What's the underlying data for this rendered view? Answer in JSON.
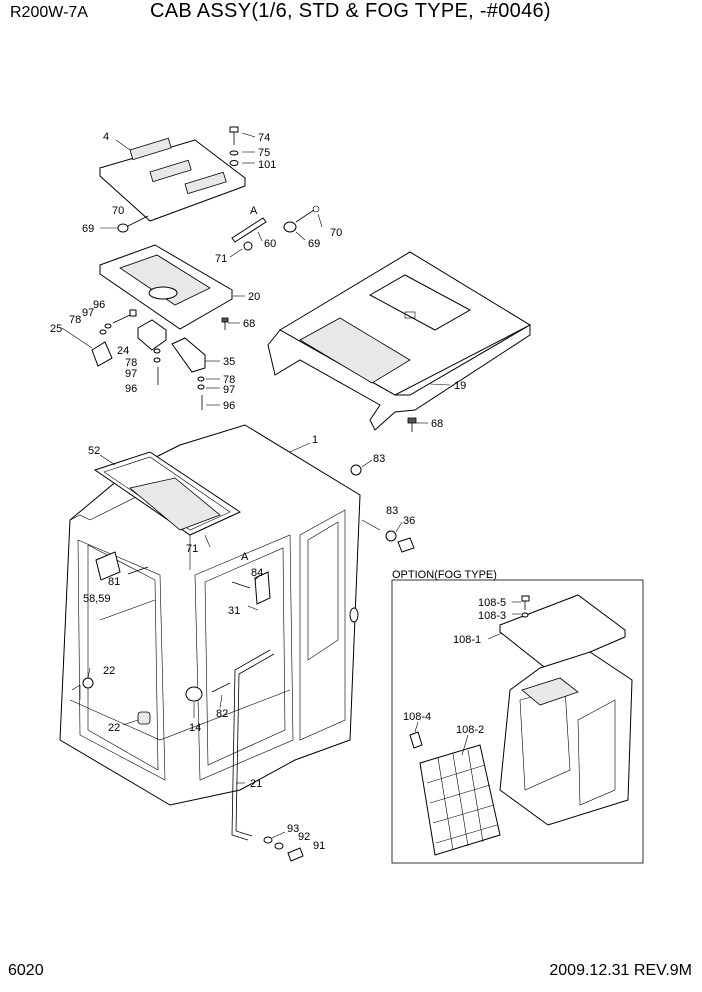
{
  "header": {
    "model": "R200W-7A",
    "title": "CAB ASSY(1/6, STD & FOG TYPE, -#0046)"
  },
  "footer": {
    "page_number": "6020",
    "revision": "2009.12.31  REV.9M"
  },
  "option_box": {
    "label": "OPTION(FOG TYPE)"
  },
  "callouts": {
    "c4": "4",
    "c74": "74",
    "c75": "75",
    "c101": "101",
    "cA1": "A",
    "c70a": "70",
    "c69a": "69",
    "c60": "60",
    "c71a": "71",
    "c69b": "69",
    "c70b": "70",
    "c20": "20",
    "c68a": "68",
    "c96a": "96",
    "c97a": "97",
    "c78a": "78",
    "c25": "25",
    "c24": "24",
    "c78b": "78",
    "c97b": "97",
    "c96b": "96",
    "c35": "35",
    "c78c": "78",
    "c97c": "97",
    "c96c": "96",
    "c19": "19",
    "c68b": "68",
    "c52": "52",
    "c1": "1",
    "c83a": "83",
    "c83b": "83",
    "c36": "36",
    "c71b": "71",
    "cA2": "A",
    "c84": "84",
    "c81": "81",
    "c5859": "58,59",
    "c31": "31",
    "c22a": "22",
    "c22b": "22",
    "c82": "82",
    "c14": "14",
    "c21": "21",
    "c93": "93",
    "c92": "92",
    "c91": "91",
    "c1085": "108-5",
    "c1083": "108-3",
    "c1081": "108-1",
    "c1084": "108-4",
    "c1082": "108-2"
  }
}
